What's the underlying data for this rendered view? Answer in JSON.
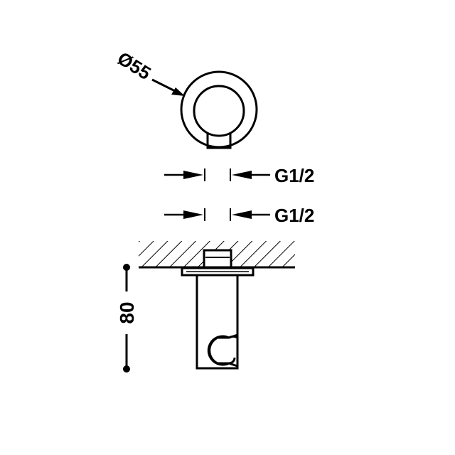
{
  "dimensions": {
    "diameter_label": "Ø55",
    "thread_top_label": "G1/2",
    "thread_bottom_label": "G1/2",
    "height_label": "80"
  },
  "colors": {
    "line": "#000000",
    "background": "#ffffff"
  }
}
